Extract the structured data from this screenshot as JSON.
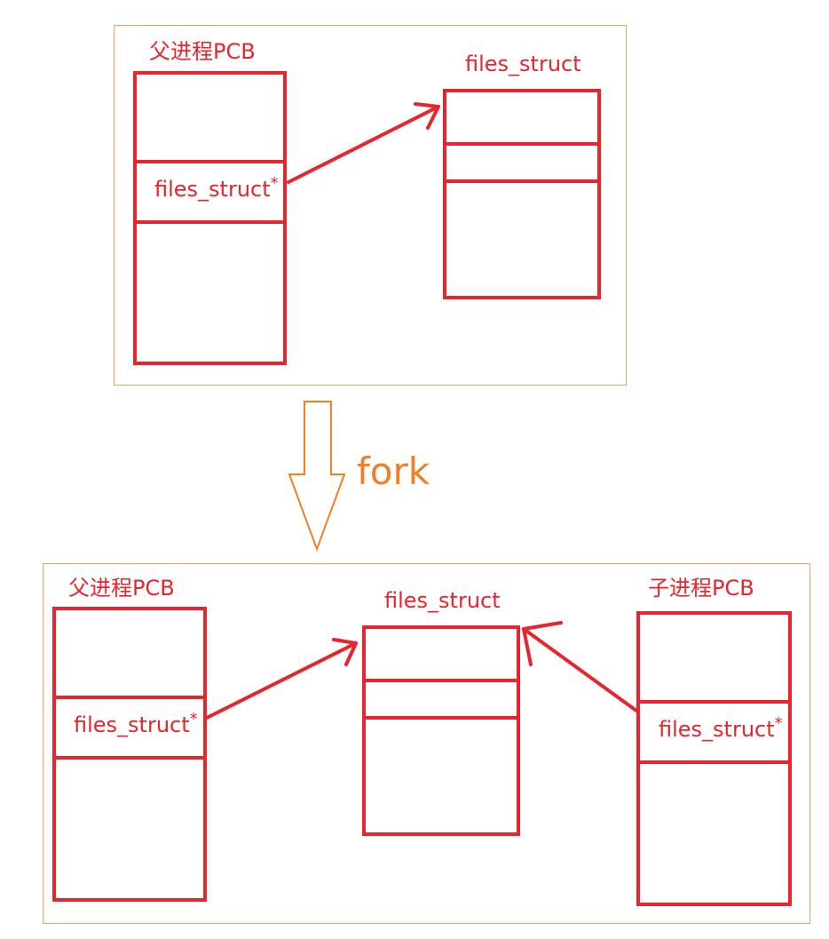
{
  "top": {
    "parent_label": "父进程PCB",
    "table_label": "files_struct",
    "field_label": "files_struct",
    "pointer_mark": "*"
  },
  "transition": {
    "label": "fork"
  },
  "bottom": {
    "parent_label": "父进程PCB",
    "table_label": "files_struct",
    "child_label": "子进程PCB",
    "parent_field_label": "files_struct",
    "child_field_label": "files_struct",
    "pointer_mark": "*"
  },
  "colors": {
    "box_red": "#e8242c",
    "frame_orange": "#f0a060",
    "fork_orange": "#f07f26"
  }
}
